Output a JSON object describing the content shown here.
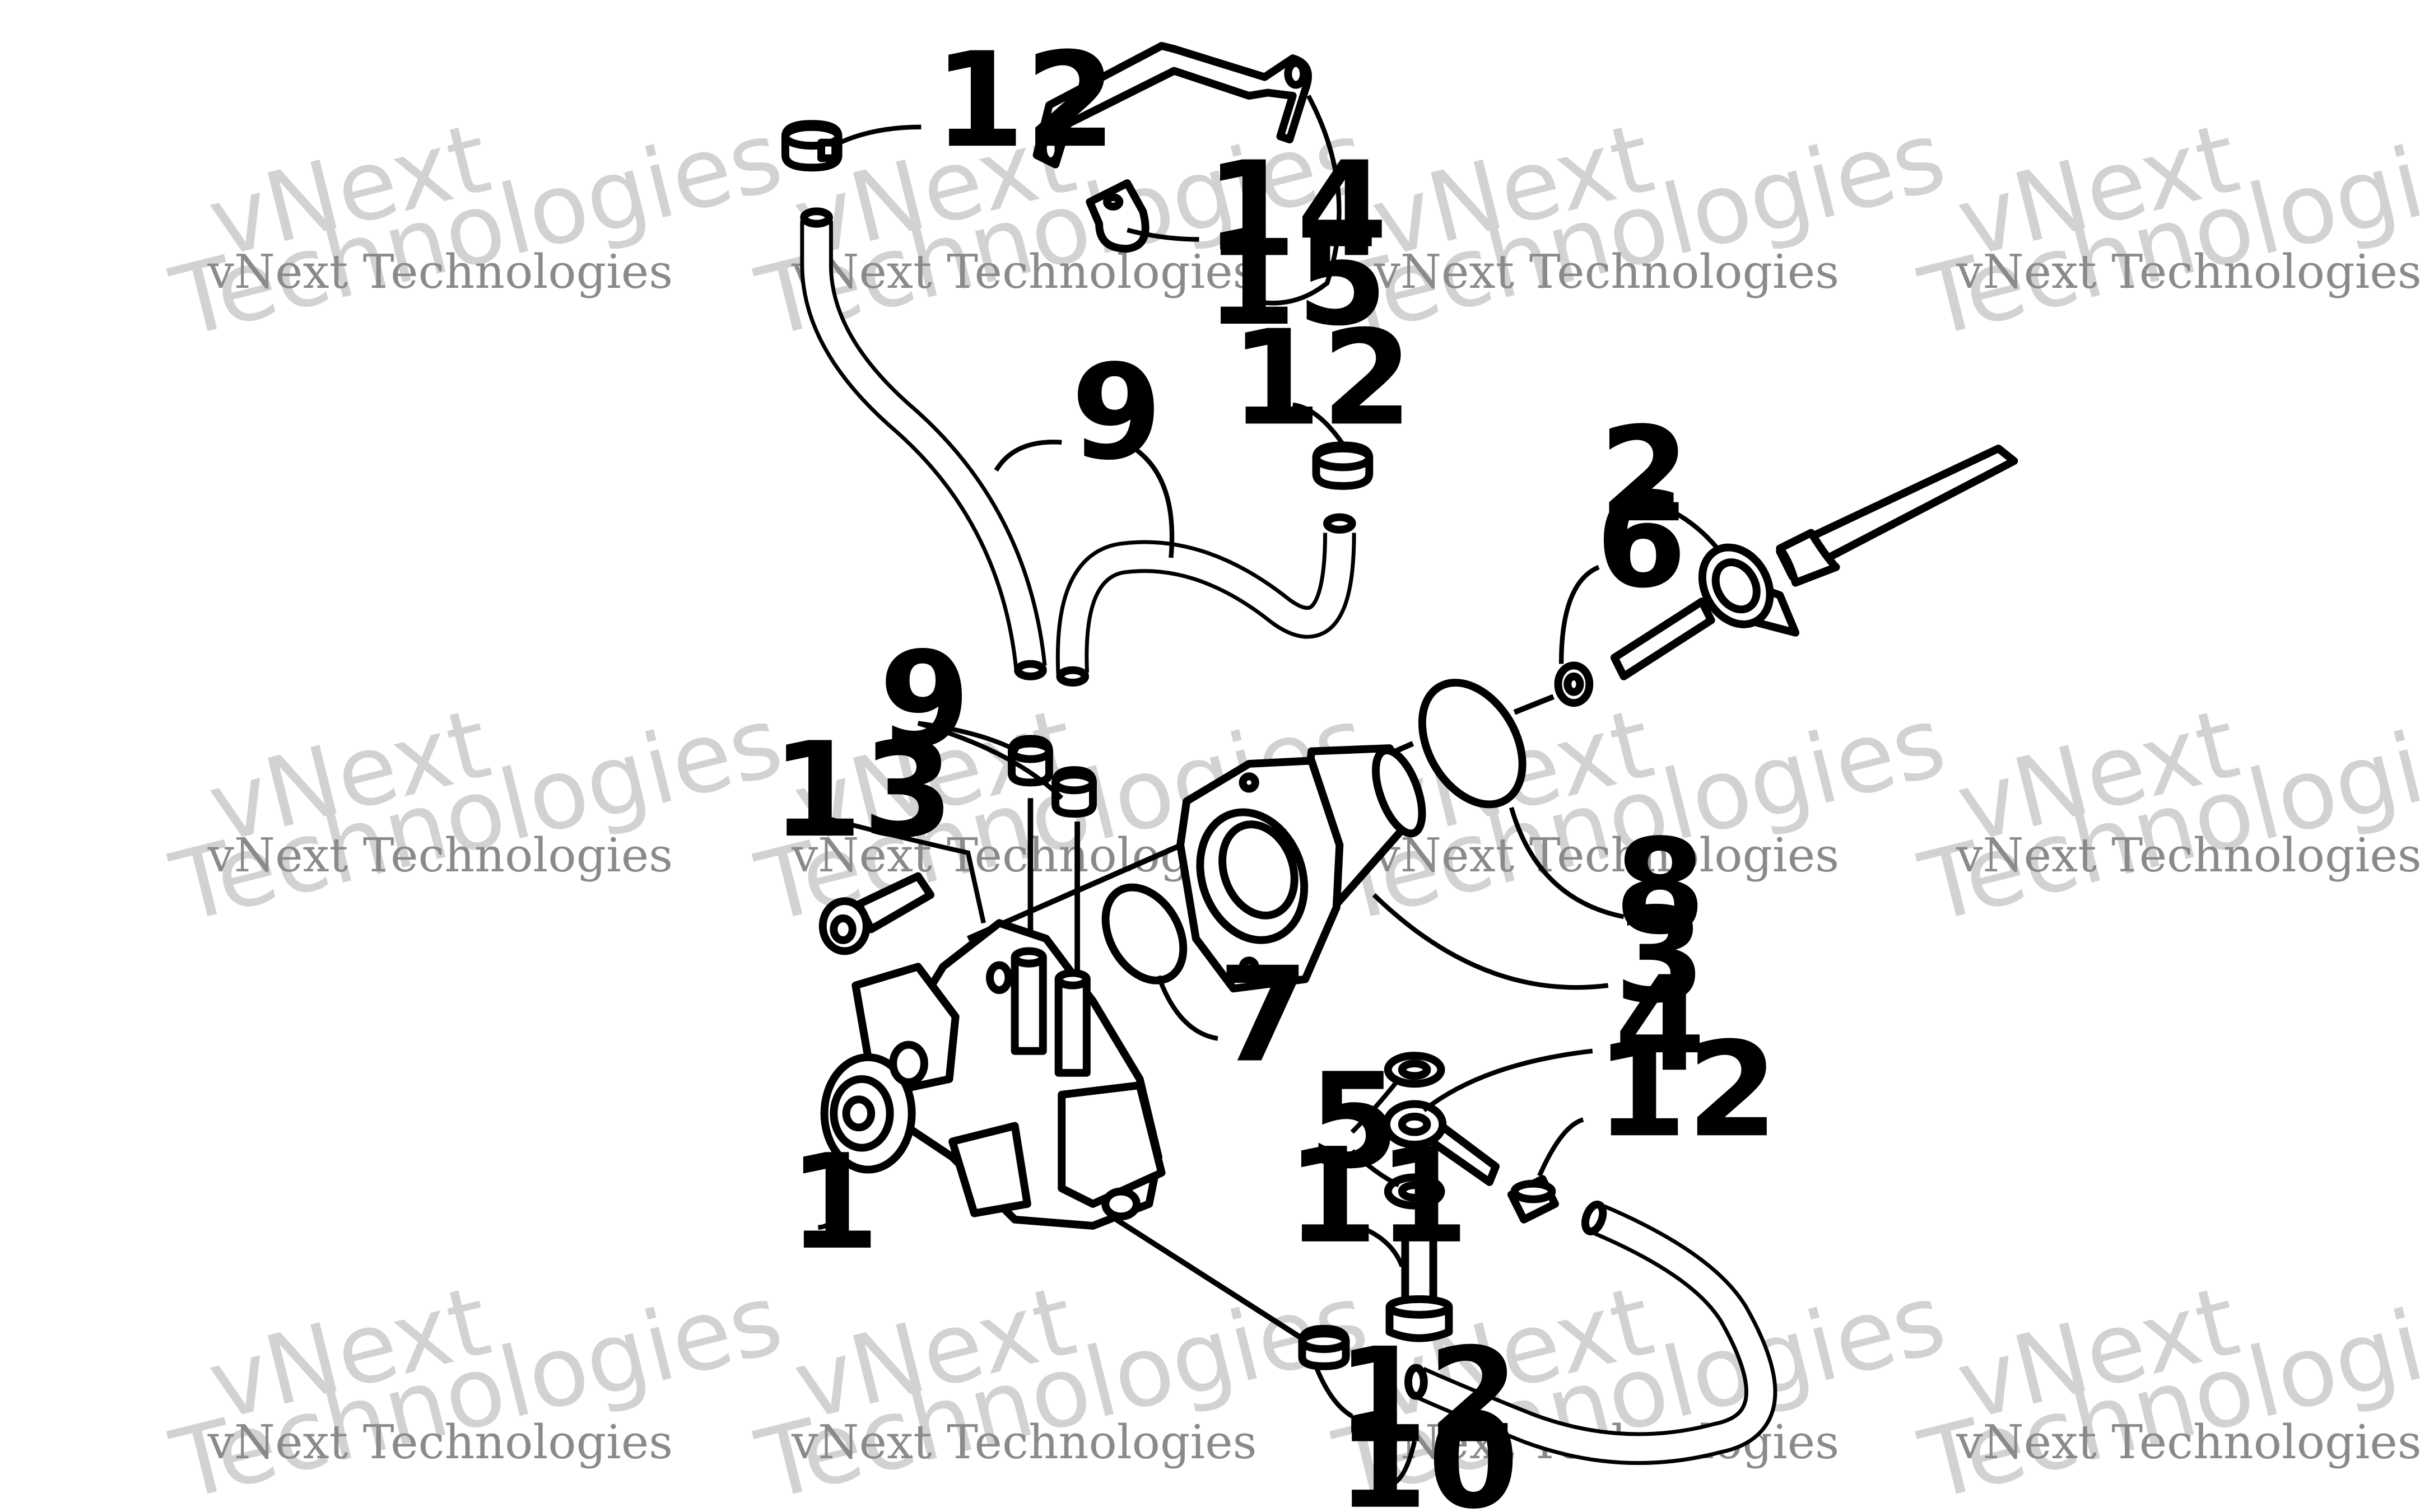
{
  "callouts": {
    "c1": "1",
    "c2": "2",
    "c3": "3",
    "c4": "4",
    "c5": "5",
    "c6": "6",
    "c7": "7",
    "c8": "8",
    "c9a": "9",
    "c9b": "9",
    "c10": "10",
    "c11": "11",
    "c12a": "12",
    "c12b": "12",
    "c12c": "12",
    "c12d": "12",
    "c13": "13",
    "c14": "14",
    "c15": "15"
  },
  "watermark": {
    "brand": "vNext",
    "company": "vNext Technologies",
    "suffix": "Technologies"
  }
}
